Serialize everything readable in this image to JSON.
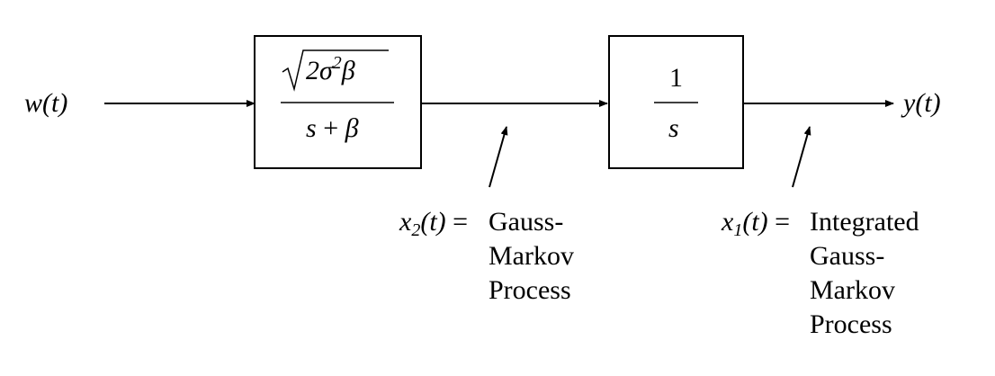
{
  "input": {
    "name": "w",
    "arg": "(t)"
  },
  "output": {
    "name": "y",
    "arg": "(t)"
  },
  "block1": {
    "numerator": {
      "coef": "2",
      "sigma": "σ",
      "power": "2",
      "beta": "β"
    },
    "denominator": {
      "s": "s",
      "plus": "+",
      "beta": "β"
    }
  },
  "block2": {
    "numerator": "1",
    "denominator": "s"
  },
  "state2": {
    "var": "x",
    "sub": "2",
    "arg": "(t)",
    "eq": "=",
    "lines": [
      "Gauss-",
      "Markov",
      "Process"
    ]
  },
  "state1": {
    "var": "x",
    "sub": "1",
    "arg": "(t)",
    "eq": "=",
    "lines": [
      "Integrated",
      "Gauss-",
      "Markov",
      "Process"
    ]
  }
}
